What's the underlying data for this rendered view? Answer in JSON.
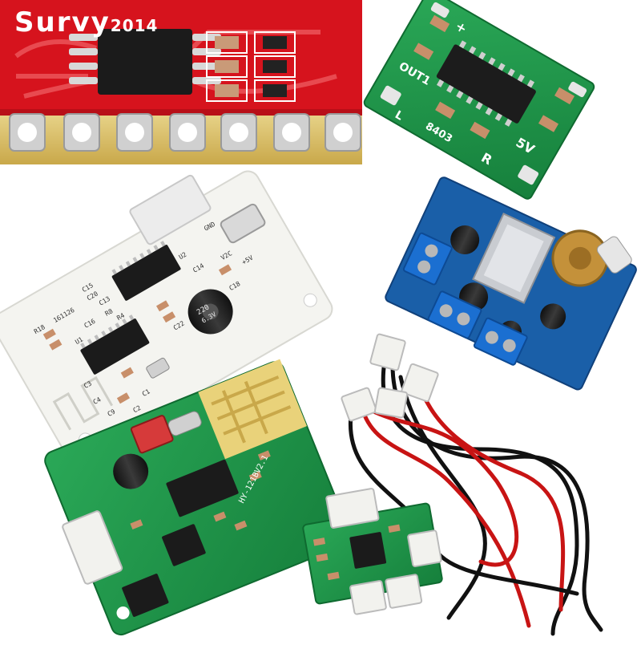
{
  "watermark": {
    "brand": "Survy",
    "year": "2014"
  },
  "silkscreen": {
    "red_board": {
      "chip": ""
    },
    "green_small": {
      "out1": "OUT1",
      "plus": "+",
      "five_v": "5V",
      "r_label": "R",
      "chip": "8403",
      "l_label": "L"
    },
    "white_board": {
      "r18": "R18",
      "ref": "161126",
      "c15": "C15",
      "c13": "C13",
      "c20": "C20",
      "c16": "C16",
      "r8": "R8",
      "r4": "R4",
      "u1": "U1",
      "u2": "U2",
      "c14": "C14",
      "gnd": "GND",
      "cap": "220",
      "cap_v": "6.3V",
      "c18": "C18",
      "v2c": "V2C",
      "plus5v": "+5V",
      "c3": "C3",
      "c4": "C4",
      "c9": "C9",
      "c1": "C1",
      "c22": "C22",
      "c2": "C2"
    },
    "green_bt": {
      "model": "HY-121BV2.1"
    }
  },
  "colors": {
    "red_pcb": "#d6131d",
    "green_pcb": "#1d9a4c",
    "white_pcb": "#f4f4f0",
    "blue_pcb": "#1a5fa8",
    "terminal_blue": "#1b6fd1",
    "wire_red": "#c81414",
    "wire_black": "#111111"
  }
}
